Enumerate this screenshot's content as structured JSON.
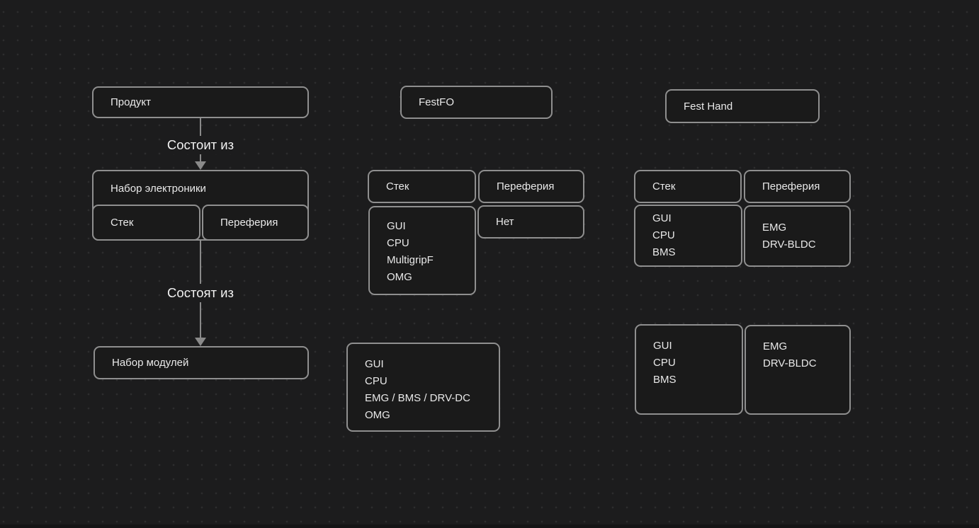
{
  "canvas": {
    "background": "#1c1c1d",
    "dot_color": "#2d2d2e",
    "shape_fill": "#1a1a1a",
    "shape_border": "#8f8f8f",
    "text_color": "#e9e9e9",
    "connector_color": "#8a8a8a"
  },
  "left": {
    "product_label": "Продукт",
    "connector1_label": "Состоит из",
    "electronics": {
      "title": "Набор электроники",
      "stack_label": "Стек",
      "periphery_label": "Переферия"
    },
    "connector2_label": "Состоят из",
    "modules_label": "Набор модулей"
  },
  "middle": {
    "title": "FestFO",
    "stack_header": "Стек",
    "periphery_header": "Переферия",
    "stack_items": [
      "GUI",
      "CPU",
      "MultigripF",
      "OMG"
    ],
    "periphery_items": [
      "Нет"
    ],
    "modules_items": [
      "GUI",
      "CPU",
      "EMG / BMS / DRV-DC",
      "OMG"
    ]
  },
  "right": {
    "title": "Fest Hand",
    "stack_header": "Стек",
    "periphery_header": "Переферия",
    "stack_items": [
      "GUI",
      "CPU",
      "BMS"
    ],
    "periphery_items": [
      "EMG",
      "DRV-BLDC"
    ],
    "modules_stack_items": [
      "GUI",
      "CPU",
      "BMS"
    ],
    "modules_periphery_items": [
      "EMG",
      "DRV-BLDC"
    ]
  }
}
